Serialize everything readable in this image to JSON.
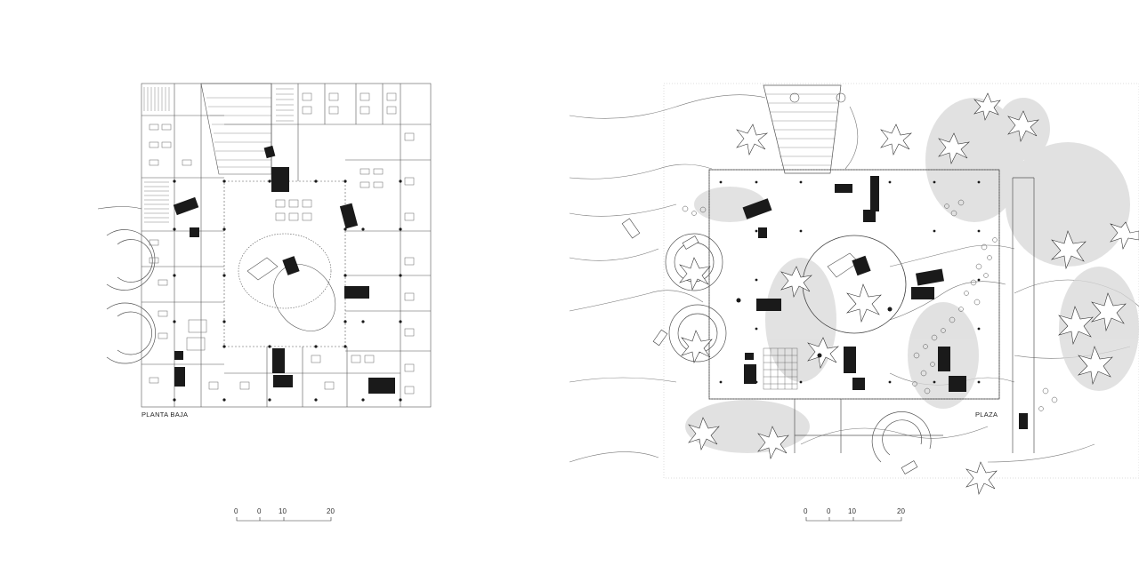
{
  "plans": {
    "left": {
      "label": "PLANTA BAJA"
    },
    "right": {
      "label": "PLAZA"
    }
  },
  "scale_bar": {
    "left": [
      "0",
      "0",
      "10",
      "20"
    ],
    "right": [
      "0",
      "0",
      "10",
      "20"
    ]
  },
  "colors": {
    "ink": "#1a1a1a",
    "line": "#555555",
    "hatch": "#9a9a9a",
    "vegetation": "#cfcfcf"
  }
}
